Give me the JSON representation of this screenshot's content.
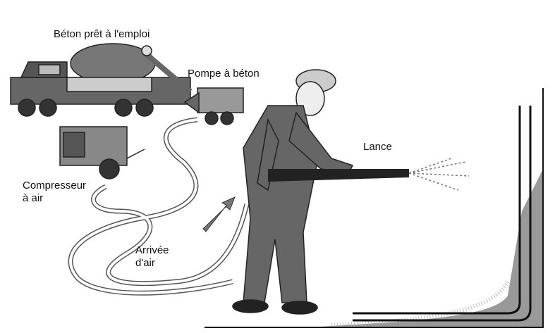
{
  "labels": {
    "concrete_truck": "Béton prêt à l'emploi",
    "concrete_pump": "Pompe à béton",
    "nozzle": "Lance",
    "compressor_line1": "Compresseur",
    "compressor_line2": "à air",
    "air_inlet_line1": "Arrivée",
    "air_inlet_line2": "d'air"
  }
}
